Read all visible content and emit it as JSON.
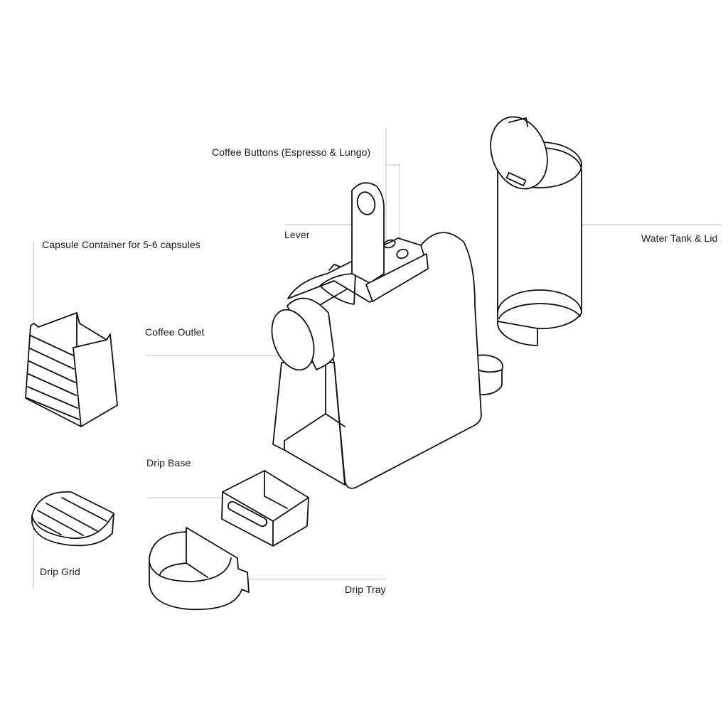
{
  "diagram": {
    "title": "Coffee machine exploded view",
    "colors": {
      "outline": "#111111",
      "leader": "#bdbdbd",
      "background": "#ffffff",
      "text": "#1a1a1a"
    },
    "labels": {
      "coffee_buttons": "Coffee Buttons (Espresso & Lungo)",
      "lever": "Lever",
      "water_tank": "Water Tank & Lid",
      "capsule_container": "Capsule Container for 5-6 capsules",
      "coffee_outlet": "Coffee Outlet",
      "drip_base": "Drip Base",
      "drip_grid": "Drip Grid",
      "drip_tray": "Drip Tray"
    }
  }
}
